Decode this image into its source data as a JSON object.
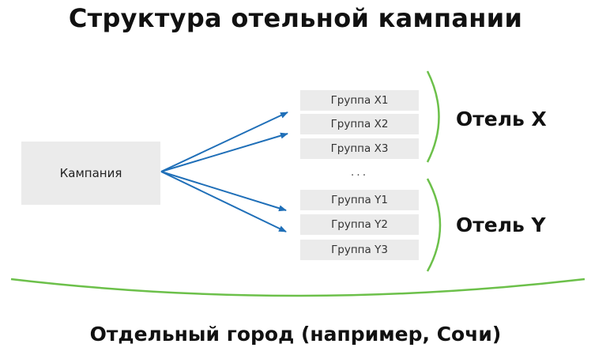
{
  "title": "Структура отельной кампании",
  "campaign": "Кампания",
  "groups_x": [
    "Группа X1",
    "Группа X2",
    "Группа X3"
  ],
  "ellipsis": "...",
  "groups_y": [
    "Группа Y1",
    "Группа Y2",
    "Группа Y3"
  ],
  "hotel_x": "Отель X",
  "hotel_y": "Отель Y",
  "city": "Отдельный город (например, Сочи)",
  "colors": {
    "arrow": "#1f6fb8",
    "bracket": "#6cc04a",
    "box": "#ebebeb"
  }
}
